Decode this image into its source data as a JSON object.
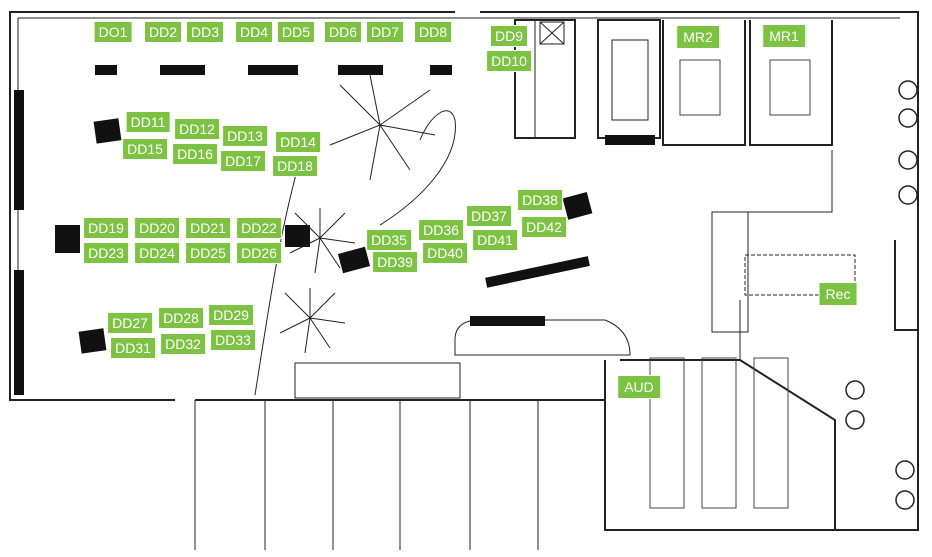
{
  "plan": {
    "desks_top": [
      "DO1",
      "DD2",
      "DD3",
      "DD4",
      "DD5",
      "DD6",
      "DD7",
      "DD8"
    ],
    "desks_core": [
      "DD9",
      "DD10"
    ],
    "meeting_rooms": [
      "MR2",
      "MR1"
    ],
    "cluster_a": [
      "DD11",
      "DD12",
      "DD13",
      "DD14",
      "DD15",
      "DD16",
      "DD17",
      "DD18"
    ],
    "cluster_b": [
      "DD19",
      "DD20",
      "DD21",
      "DD22",
      "DD23",
      "DD24",
      "DD25",
      "DD26"
    ],
    "cluster_c": [
      "DD27",
      "DD28",
      "DD29",
      "DD31",
      "DD32",
      "DD33"
    ],
    "cluster_d": [
      "DD35",
      "DD36",
      "DD37",
      "DD38",
      "DD39",
      "DD40",
      "DD41",
      "DD42"
    ],
    "reception": "Rec",
    "auditorium": "AUD"
  },
  "colors": {
    "label_bg": "#7dc242",
    "wall": "#222222",
    "furniture": "#111111"
  }
}
